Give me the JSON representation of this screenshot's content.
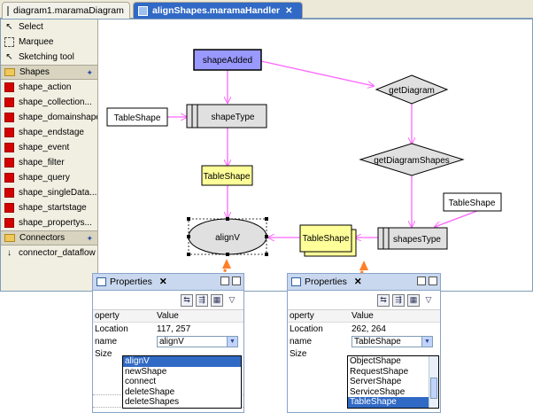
{
  "tabs": [
    {
      "label": "diagram1.maramaDiagram",
      "active": false
    },
    {
      "label": "alignShapes.maramaHandler",
      "active": true
    }
  ],
  "palette": {
    "tools": [
      {
        "label": "Select",
        "icon": "arrow-pointer-icon"
      },
      {
        "label": "Marquee",
        "icon": "marquee-icon"
      },
      {
        "label": "Sketching tool",
        "icon": "sketch-pointer-icon"
      }
    ],
    "shapes_drawer": "Shapes",
    "shapes": [
      "shape_action",
      "shape_collection...",
      "shape_domainshape",
      "shape_endstage",
      "shape_event",
      "shape_filter",
      "shape_query",
      "shape_singleData...",
      "shape_startstage",
      "shape_propertys..."
    ],
    "connectors_drawer": "Connectors",
    "connectors": [
      "connector_dataflow"
    ]
  },
  "diagram": {
    "nodes": {
      "shapeAdded": "shapeAdded",
      "getDiagram": "getDiagram",
      "shapeType": "shapeType",
      "tableShape_left": "TableShape",
      "getDiagramShapes": "getDiagramShapes",
      "tableShape_yellow": "TableShape",
      "tableShape_right": "TableShape",
      "alignV": "alignV",
      "tableShape_yellow2": "TableShape",
      "shapesType": "shapesType"
    },
    "colors": {
      "edge": "#ff66ff",
      "event_fill": "#9999ff",
      "filter_fill": "#ffff99",
      "query_fill": "#e0e0e0",
      "connector_arrow": "#ff7f27"
    }
  },
  "props_left": {
    "title": "Properties",
    "header": {
      "property": "operty",
      "value": "Value"
    },
    "rows": [
      {
        "key": "Location",
        "value": "117, 257"
      },
      {
        "key": "name",
        "value": "alignV"
      },
      {
        "key": "Size",
        "value": ""
      }
    ],
    "options": [
      "alignV",
      "newShape",
      "connect",
      "deleteShape",
      "deleteShapes"
    ],
    "selected": "alignV"
  },
  "props_right": {
    "title": "Properties",
    "header": {
      "property": "operty",
      "value": "Value"
    },
    "rows": [
      {
        "key": "Location",
        "value": "262, 264"
      },
      {
        "key": "name",
        "value": "TableShape"
      },
      {
        "key": "Size",
        "value": ""
      }
    ],
    "options": [
      "ObjectShape",
      "RequestShape",
      "ServerShape",
      "ServiceShape",
      "TableShape"
    ],
    "selected": "TableShape"
  }
}
